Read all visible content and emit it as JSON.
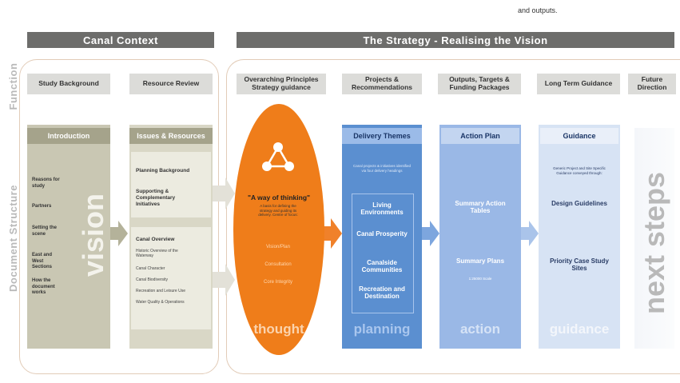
{
  "top_note": "and outputs.",
  "sections": {
    "canal_context": "Canal Context",
    "strategy": "The Strategy - Realising the Vision"
  },
  "side_labels": {
    "function": "Function",
    "document_structure": "Document Structure"
  },
  "function_headers": [
    "Study Background",
    "Resource Review",
    "Overarching Principles Strategy guidance",
    "Projects & Recommendations",
    "Outputs, Targets & Funding Packages",
    "Long Term Guidance",
    "Future Direction"
  ],
  "introduction": {
    "title": "Introduction",
    "items": [
      "Reasons for study",
      "Partners",
      "Setting the scene",
      "East and West Sections",
      "How the document works"
    ],
    "big_word": "vision"
  },
  "issues": {
    "title": "Issues & Resources",
    "items": [
      "Planning Background",
      "Supporting & Complementary Initiatives"
    ],
    "overview_title": "Canal Overview",
    "overview_items": [
      "Historic Overview of the Waterway",
      "Canal Character",
      "Canal Biodiversity",
      "Recreation and Leisure Use",
      "Water Quality & Operations"
    ]
  },
  "thinking": {
    "quote": "\"A way of thinking\"",
    "sub": "A basis for defining the strategy and guiding its delivery. Centre of focus:",
    "items": [
      "Vision/Plan",
      "Consultation",
      "Core Integrity"
    ],
    "big_word": "thought"
  },
  "delivery": {
    "title": "Delivery Themes",
    "sub": "Canal projects & initiatives identified via four delivery headings",
    "themes": [
      "Living Environments",
      "Canal Prosperity",
      "Canalside Communities",
      "Recreation and Destination"
    ],
    "big_word": "planning"
  },
  "action": {
    "title": "Action Plan",
    "item1": "Summary Action Tables",
    "item2": "Summary Plans",
    "item2_sub": "1:25000 Scale",
    "big_word": "action"
  },
  "guidance": {
    "title": "Guidance",
    "sub": "Generic Project and Site Specific Guidance conveyed through:",
    "item1": "Design Guidelines",
    "item2": "Priority Case Study Sites",
    "big_word": "guidance"
  },
  "next_steps": "next steps",
  "colors": {
    "orange": "#ef7d1a",
    "olive": "#c4c2ae",
    "olive_dark": "#99987e",
    "blue_dark": "#5b8fd0",
    "blue_mid": "#9ab8e6",
    "blue_light": "#d7e3f4"
  }
}
